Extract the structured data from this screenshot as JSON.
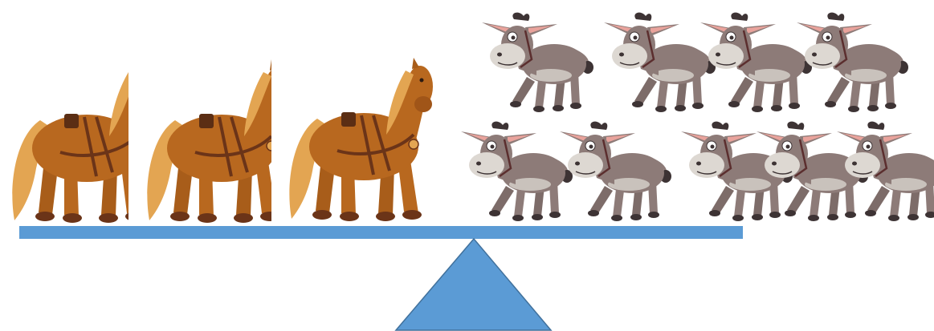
{
  "scene": {
    "left_side": {
      "animal": "horse-icon",
      "count": 3
    },
    "right_side": {
      "animal": "donkey-icon",
      "count": 9,
      "rows": [
        4,
        5
      ]
    }
  },
  "colors": {
    "beam": "#5b9bd5",
    "fulcrum_fill": "#5b9bd5",
    "fulcrum_stroke": "#41719c",
    "horse_body": "#b8681f",
    "horse_mane": "#e3a552",
    "horse_dark": "#6b3418",
    "donkey_body": "#8d7b78",
    "donkey_face": "#ddd8d2",
    "donkey_dark": "#3d3334",
    "donkey_ear_inner": "#e9a39c"
  }
}
